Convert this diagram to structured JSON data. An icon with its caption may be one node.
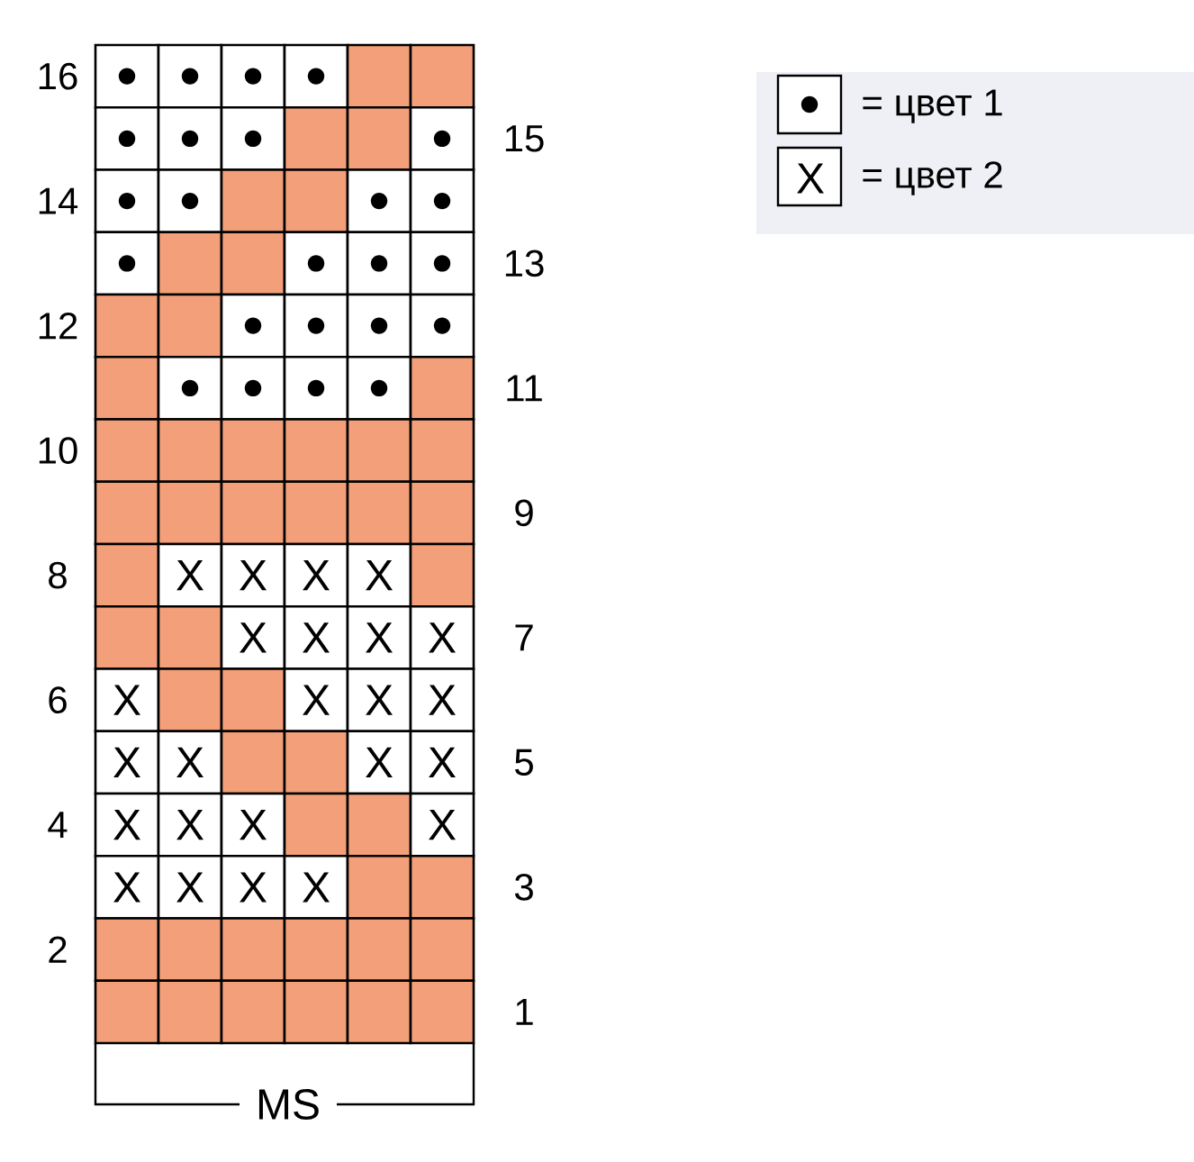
{
  "diagram": {
    "labels": [
      "16",
      "15",
      "14",
      "13",
      "12",
      "11",
      "10",
      "9",
      "8",
      "X",
      "X",
      "X",
      "X",
      "X",
      "X",
      "X",
      "X",
      "7",
      "6",
      "X",
      "X",
      "X",
      "X",
      "X",
      "X",
      "X",
      "X",
      "5",
      "4",
      "X",
      "X",
      "X",
      "X",
      "X",
      "X",
      "X",
      "X",
      "3",
      "2",
      "1",
      "MS",
      "X"
    ],
    "legend": [
      {
        "text": "= цвет 1"
      },
      {
        "text": "= цвет 2"
      }
    ]
  }
}
